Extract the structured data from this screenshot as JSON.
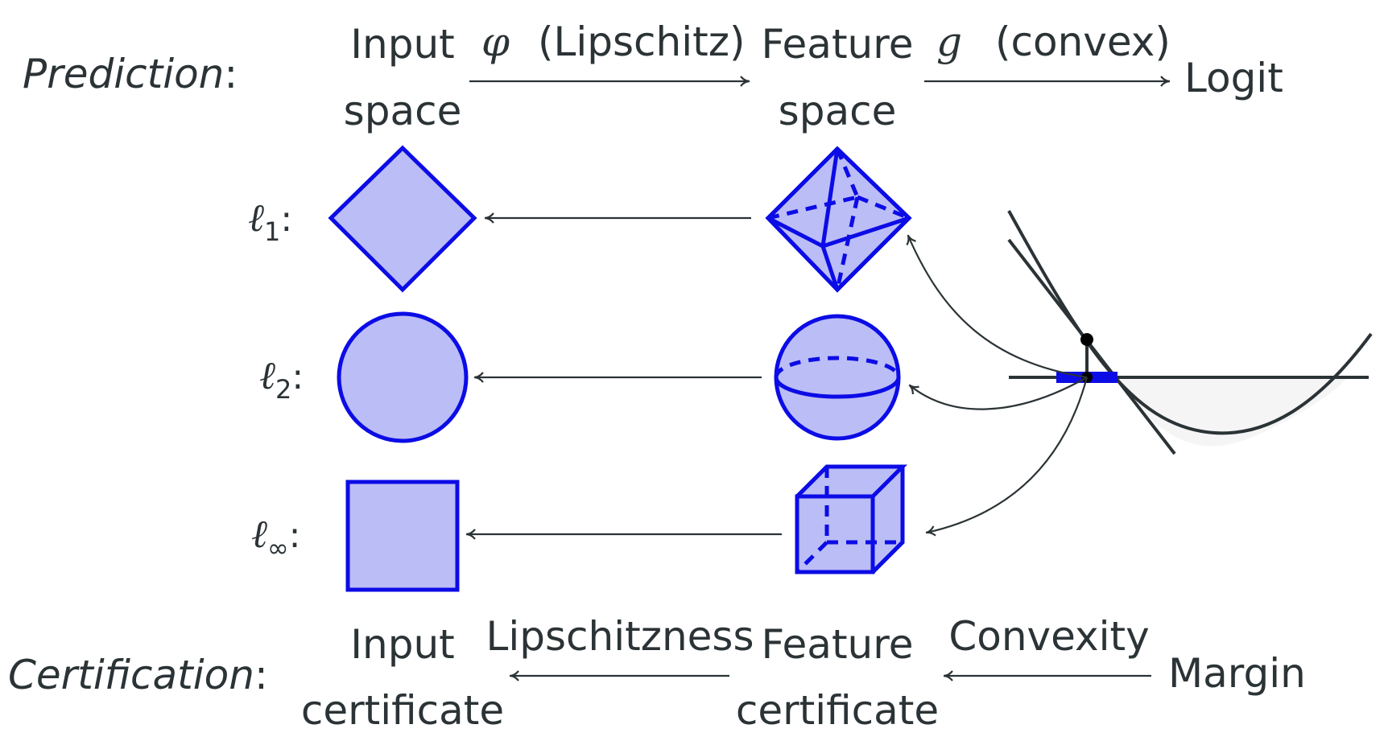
{
  "prediction": {
    "row_label": "Prediction",
    "input_space": [
      "Input",
      "space"
    ],
    "phi_symbol": "φ",
    "phi_note": "(Lipschitz)",
    "feature_space": [
      "Feature",
      "space"
    ],
    "g_symbol": "g",
    "g_note": "(convex)",
    "logit": "Logit"
  },
  "norms": {
    "l1": {
      "symbol": "ℓ",
      "sub": "1"
    },
    "l2": {
      "symbol": "ℓ",
      "sub": "2"
    },
    "linf": {
      "symbol": "ℓ",
      "sub": "∞"
    }
  },
  "certification": {
    "row_label": "Certification",
    "input_certificate": [
      "Input",
      "certificate"
    ],
    "lipschitzness": "Lipschitzness",
    "feature_certificate": [
      "Feature",
      "certificate"
    ],
    "convexity": "Convexity",
    "margin": "Margin"
  },
  "colors": {
    "shape_fill": "#bbbdf6",
    "shape_stroke": "#0c0ce6",
    "text": "#2b3336"
  }
}
